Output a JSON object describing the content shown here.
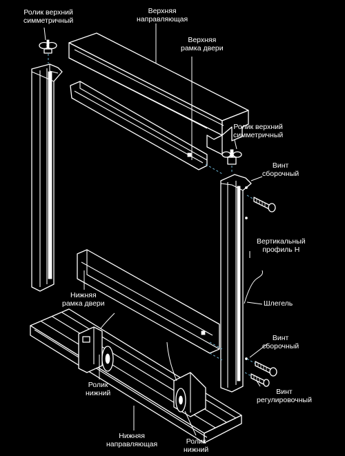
{
  "labels": {
    "roller_top_left": [
      "Ролик верхний",
      "симметричный"
    ],
    "top_guide": [
      "Верхняя",
      "направляющая"
    ],
    "top_frame": [
      "Верхняя",
      "рамка двери"
    ],
    "roller_top_right": [
      "Ролик верхний",
      "симметричный"
    ],
    "screw_assembly_1": [
      "Винт",
      "сборочный"
    ],
    "vertical_profile": [
      "Вертикальный",
      "профиль Н"
    ],
    "bottom_frame": [
      "Нижняя",
      "рамка двери"
    ],
    "schlegel": [
      "Шлегель"
    ],
    "screw_assembly_2": [
      "Винт",
      "сборочный"
    ],
    "roller_bottom_left": [
      "Ролик",
      "нижний"
    ],
    "screw_adjust": [
      "Винт",
      "регулировочный"
    ],
    "bottom_guide": [
      "Нижняя",
      "направляющая"
    ],
    "roller_bottom_right": [
      "Ролик",
      "нижний"
    ]
  },
  "colors": {
    "background": "#000000",
    "line": "#ffffff",
    "leader": "#ffffff",
    "dash": "#6fb8d8"
  }
}
